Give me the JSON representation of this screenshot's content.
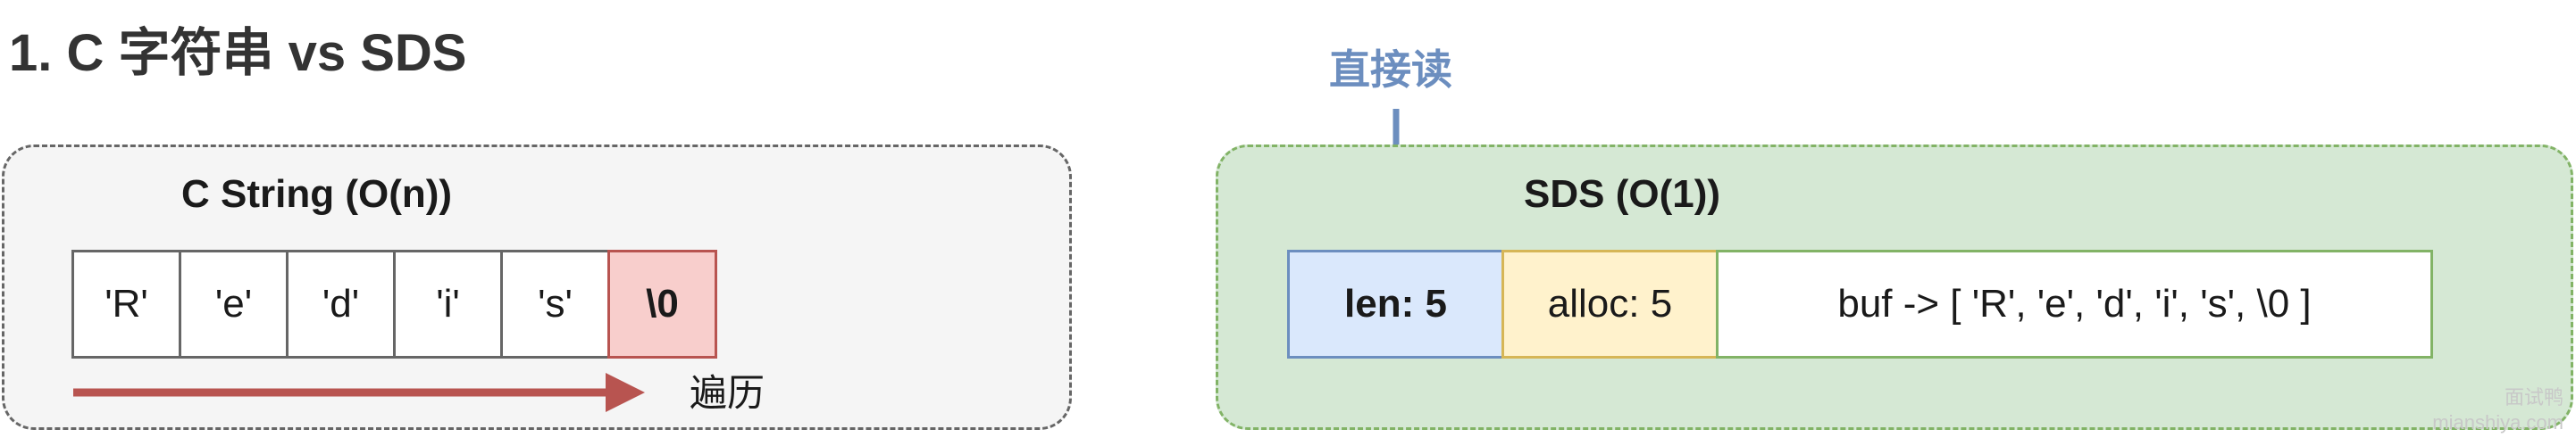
{
  "heading": "1. C 字符串 vs SDS",
  "left_panel": {
    "title": "C String (O(n))",
    "cells": [
      "'R'",
      "'e'",
      "'d'",
      "'i'",
      "'s'",
      "\\0"
    ],
    "arrow_label": "遍历"
  },
  "right_panel": {
    "title": "SDS (O(1))",
    "fields": {
      "len": "len: 5",
      "alloc": "alloc: 5",
      "buf": "buf -> [ 'R', 'e', 'd', 'i', 's', \\0 ]"
    },
    "direct_read_label": "直接读"
  },
  "watermark": {
    "line1": "面试鸭",
    "line2": "mianshiya.com"
  },
  "colors": {
    "traverse_arrow": "#b85450",
    "direct_arrow": "#6c8ebf",
    "sds_panel": "#d5e8d4",
    "c_panel": "#f5f5f5",
    "terminator": "#f8cecc",
    "len_field": "#dae8fc",
    "alloc_field": "#fff2cc"
  }
}
